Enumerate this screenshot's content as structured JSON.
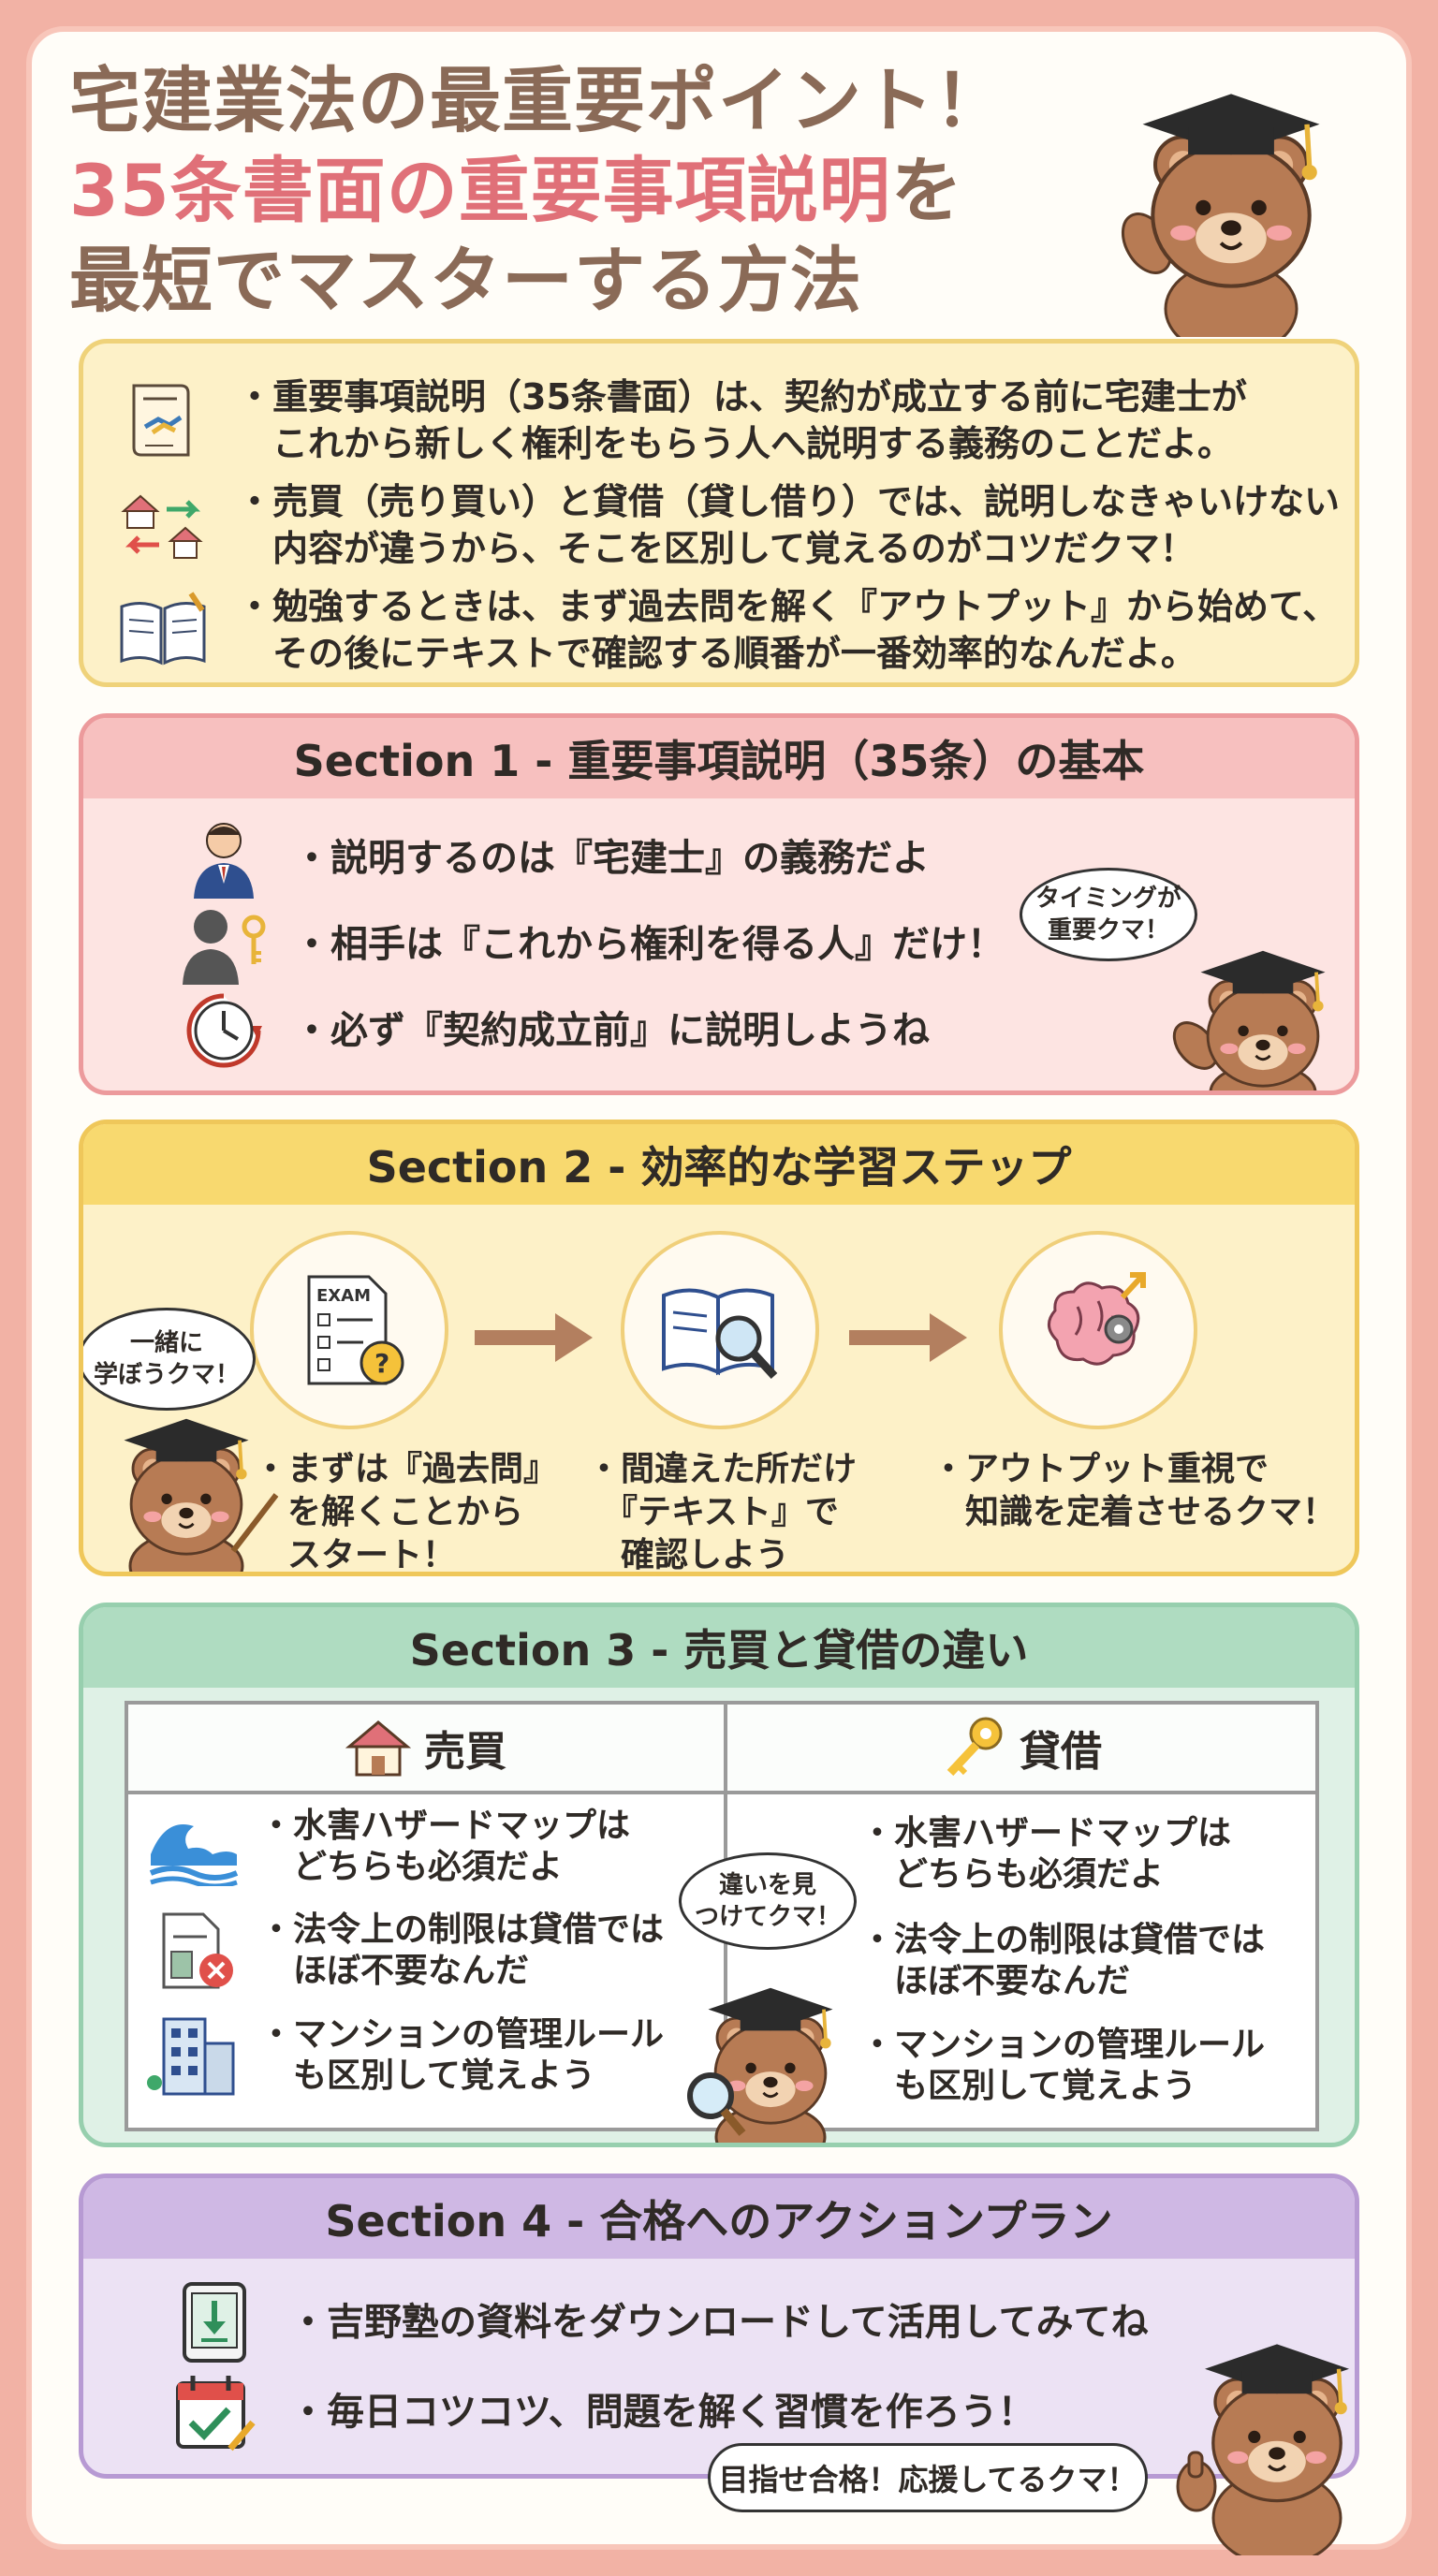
{
  "title": {
    "line1": "宅建業法の最重要ポイント！",
    "line2a": "35条書面の重要事項説明",
    "line2b": "を",
    "line3": "最短でマスターする方法"
  },
  "intro": {
    "items": [
      {
        "icon": "handshake-contract-icon",
        "text": "・重要事項説明（35条書面）は、契約が成立する前に宅建士が\n　これから新しく権利をもらう人へ説明する義務のことだよ。"
      },
      {
        "icon": "houses-exchange-icon",
        "text": "・売買（売り買い）と貸借（貸し借り）では、説明しなきゃいけない\n　内容が違うから、そこを区別して覚えるのがコツだクマ！"
      },
      {
        "icon": "open-book-icon",
        "text": "・勉強するときは、まず過去問を解く『アウトプット』から始めて、\n　その後にテキストで確認する順番が一番効率的なんだよ。"
      }
    ]
  },
  "section1": {
    "title": "Section 1 - 重要事項説明（35条）の基本",
    "items": [
      {
        "icon": "businessman-icon",
        "text": "・説明するのは『宅建士』の義務だよ"
      },
      {
        "icon": "person-key-icon",
        "text": "・相手は『これから権利を得る人』だけ！"
      },
      {
        "icon": "clock-icon",
        "text": "・必ず『契約成立前』に説明しようね"
      }
    ],
    "bubble": "タイミングが\n重要クマ！"
  },
  "section2": {
    "title": "Section 2 - 効率的な学習ステップ",
    "exam_label": "EXAM",
    "steps": [
      {
        "icon": "exam-sheet-icon",
        "text": "・まずは『過去問』\n　を解くことから\n　スタート！"
      },
      {
        "icon": "book-magnifier-icon",
        "text": "・間違えた所だけ\n　『テキスト』で\n　確認しよう"
      },
      {
        "icon": "brain-gear-icon",
        "text": "・アウトプット重視で\n　知識を定着させるクマ！"
      }
    ],
    "bubble": "一緒に\n学ぼうクマ！"
  },
  "section3": {
    "title": "Section 3 - 売買と貸借の違い",
    "col_left": "売買",
    "col_right": "貸借",
    "left_items": [
      {
        "icon": "wave-icon",
        "text": "・水害ハザードマップは\n　どちらも必須だよ"
      },
      {
        "icon": "document-x-icon",
        "text": "・法令上の制限は貸借では\n　ほぼ不要なんだ"
      },
      {
        "icon": "apartment-icon",
        "text": "・マンションの管理ルール\n　も区別して覚えよう"
      }
    ],
    "right_items": [
      {
        "text": "・水害ハザードマップは\n　どちらも必須だよ"
      },
      {
        "text": "・法令上の制限は貸借では\n　ほぼ不要なんだ"
      },
      {
        "text": "・マンションの管理ルール\n　も区別して覚えよう"
      }
    ],
    "bubble": "違いを見\nつけてクマ！"
  },
  "section4": {
    "title": "Section 4 - 合格へのアクションプラン",
    "items": [
      {
        "icon": "tablet-download-icon",
        "text": "・吉野塾の資料をダウンロードして活用してみてね"
      },
      {
        "icon": "calendar-check-icon",
        "text": "・毎日コツコツ、問題を解く習慣を作ろう！"
      }
    ],
    "bubble": "目指せ合格！応援してるクマ！"
  },
  "colors": {
    "title_brown": "#8a6a57",
    "title_pink": "#e07078",
    "bear_brown": "#b77b54",
    "section1": "#f7c0bf",
    "section2": "#f8d96f",
    "section3": "#afdcc1",
    "section4": "#cfb8e4"
  }
}
